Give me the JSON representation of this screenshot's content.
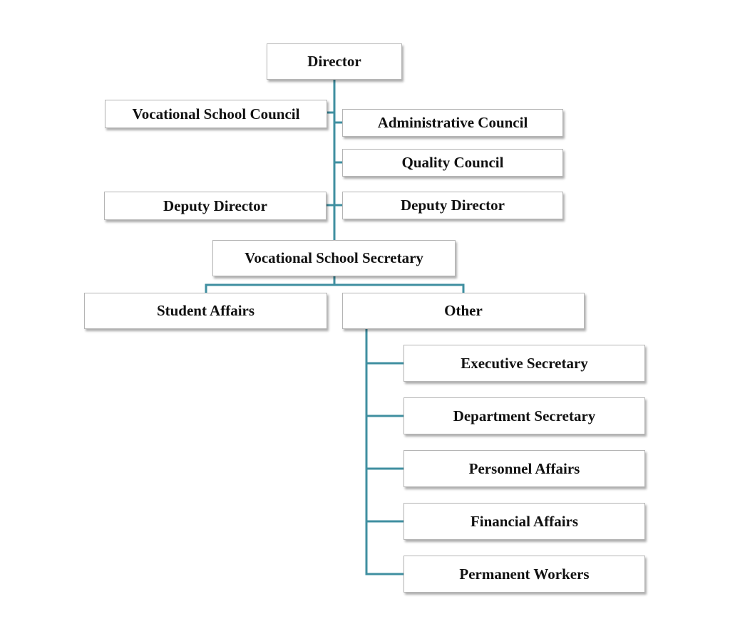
{
  "org_chart": {
    "director": "Director",
    "vocational_school_council": "Vocational School Council",
    "administrative_council": "Administrative Council",
    "quality_council": "Quality Council",
    "deputy_director_left": "Deputy Director",
    "deputy_director_right": "Deputy Director",
    "vocational_school_secretary": "Vocational School Secretary",
    "student_affairs": "Student Affairs",
    "other": "Other",
    "other_units": [
      "Executive Secretary",
      "Department Secretary",
      "Personnel Affairs",
      "Financial Affairs",
      "Permanent Workers"
    ]
  },
  "colors": {
    "connector": "#3f8fa0",
    "box_border": "#b5b5b5",
    "text": "#111111"
  }
}
